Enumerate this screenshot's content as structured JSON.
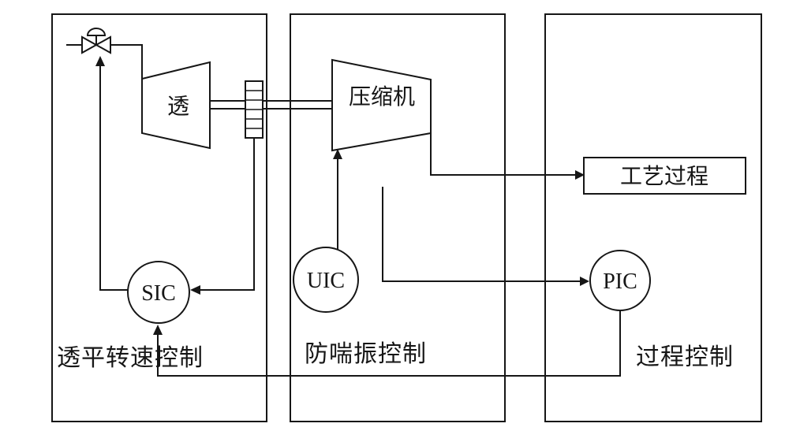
{
  "diagram": {
    "sections": {
      "turbine_speed": {
        "caption": "透平转速控制"
      },
      "anti_surge": {
        "caption": "防喘振控制"
      },
      "process": {
        "caption": "过程控制"
      }
    },
    "nodes": {
      "turbine": "透",
      "compressor": "压缩机",
      "process_unit": "工艺过程",
      "speed_controller": "SIC",
      "antisurge_controller": "UIC",
      "pressure_controller": "PIC"
    },
    "colors": {
      "line": "#161616",
      "background": "#ffffff"
    }
  }
}
